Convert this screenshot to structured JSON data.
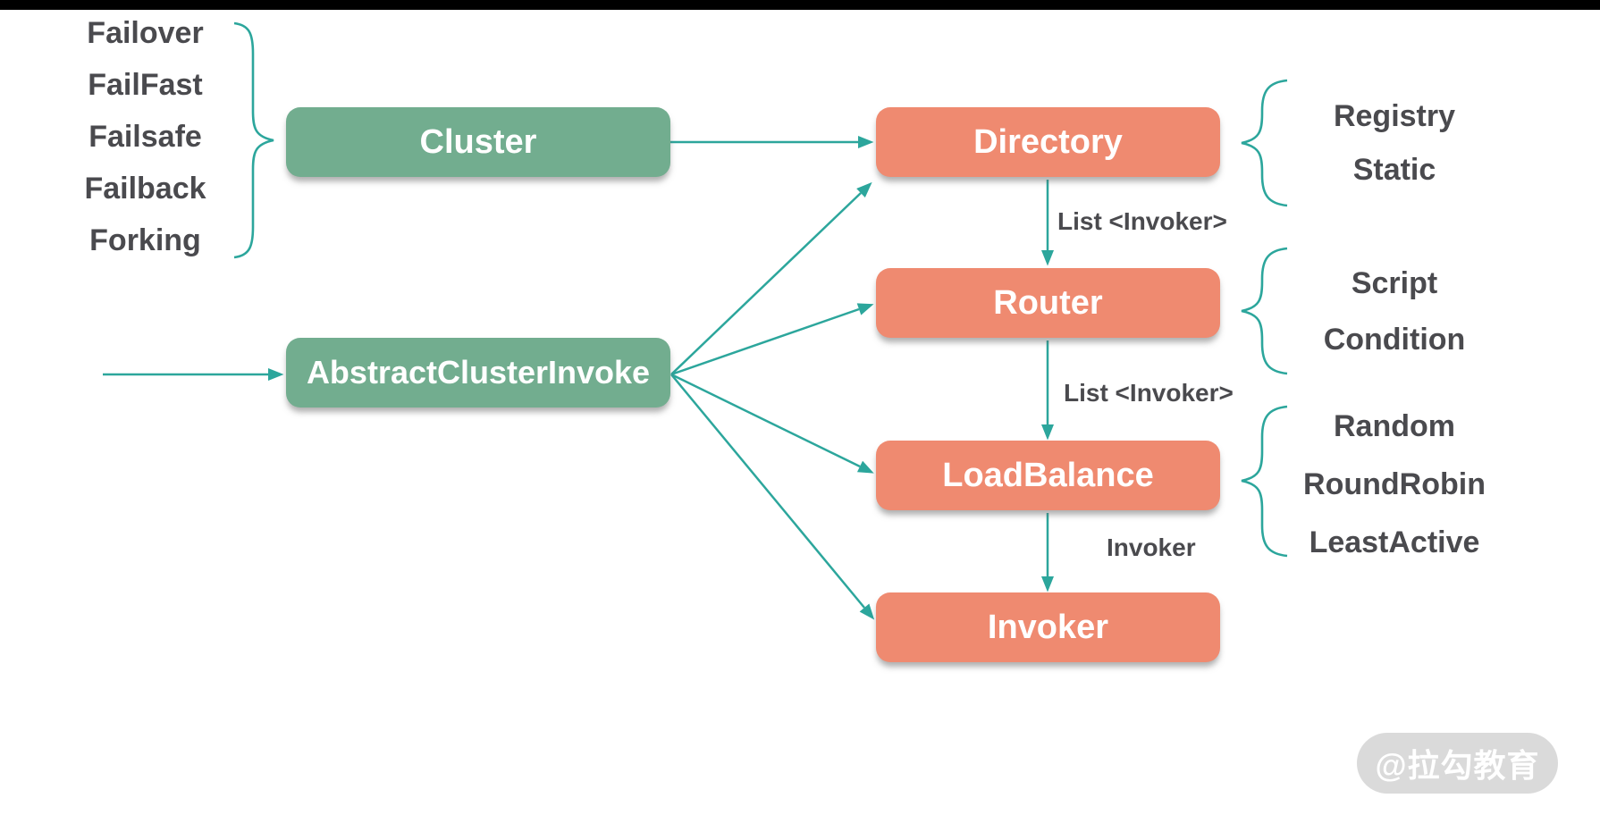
{
  "palette": {
    "top_bar": "#000000",
    "green_box": "#72ad8f",
    "orange_box": "#ef8a70",
    "connector_teal": "#2ca69c",
    "label_gray": "#4a4a4e",
    "watermark_bg": "#dadada",
    "box_text": "#ffffff"
  },
  "left_group": {
    "items": [
      "Failover",
      "FailFast",
      "Failsafe",
      "Failback",
      "Forking"
    ]
  },
  "boxes": {
    "cluster": "Cluster",
    "abstract_cluster_invoke": "AbstractClusterInvoke",
    "directory": "Directory",
    "router": "Router",
    "load_balance": "LoadBalance",
    "invoker": "Invoker"
  },
  "edge_labels": {
    "directory_to_router": "List <Invoker>",
    "router_to_load_balance": "List <Invoker>",
    "load_balance_to_invoker": "Invoker"
  },
  "right_groups": {
    "directory_impls": [
      "Registry",
      "Static"
    ],
    "router_impls": [
      "Script",
      "Condition"
    ],
    "load_balance_impls": [
      "Random",
      "RoundRobin",
      "LeastActive"
    ]
  },
  "watermark": "@拉勾教育"
}
